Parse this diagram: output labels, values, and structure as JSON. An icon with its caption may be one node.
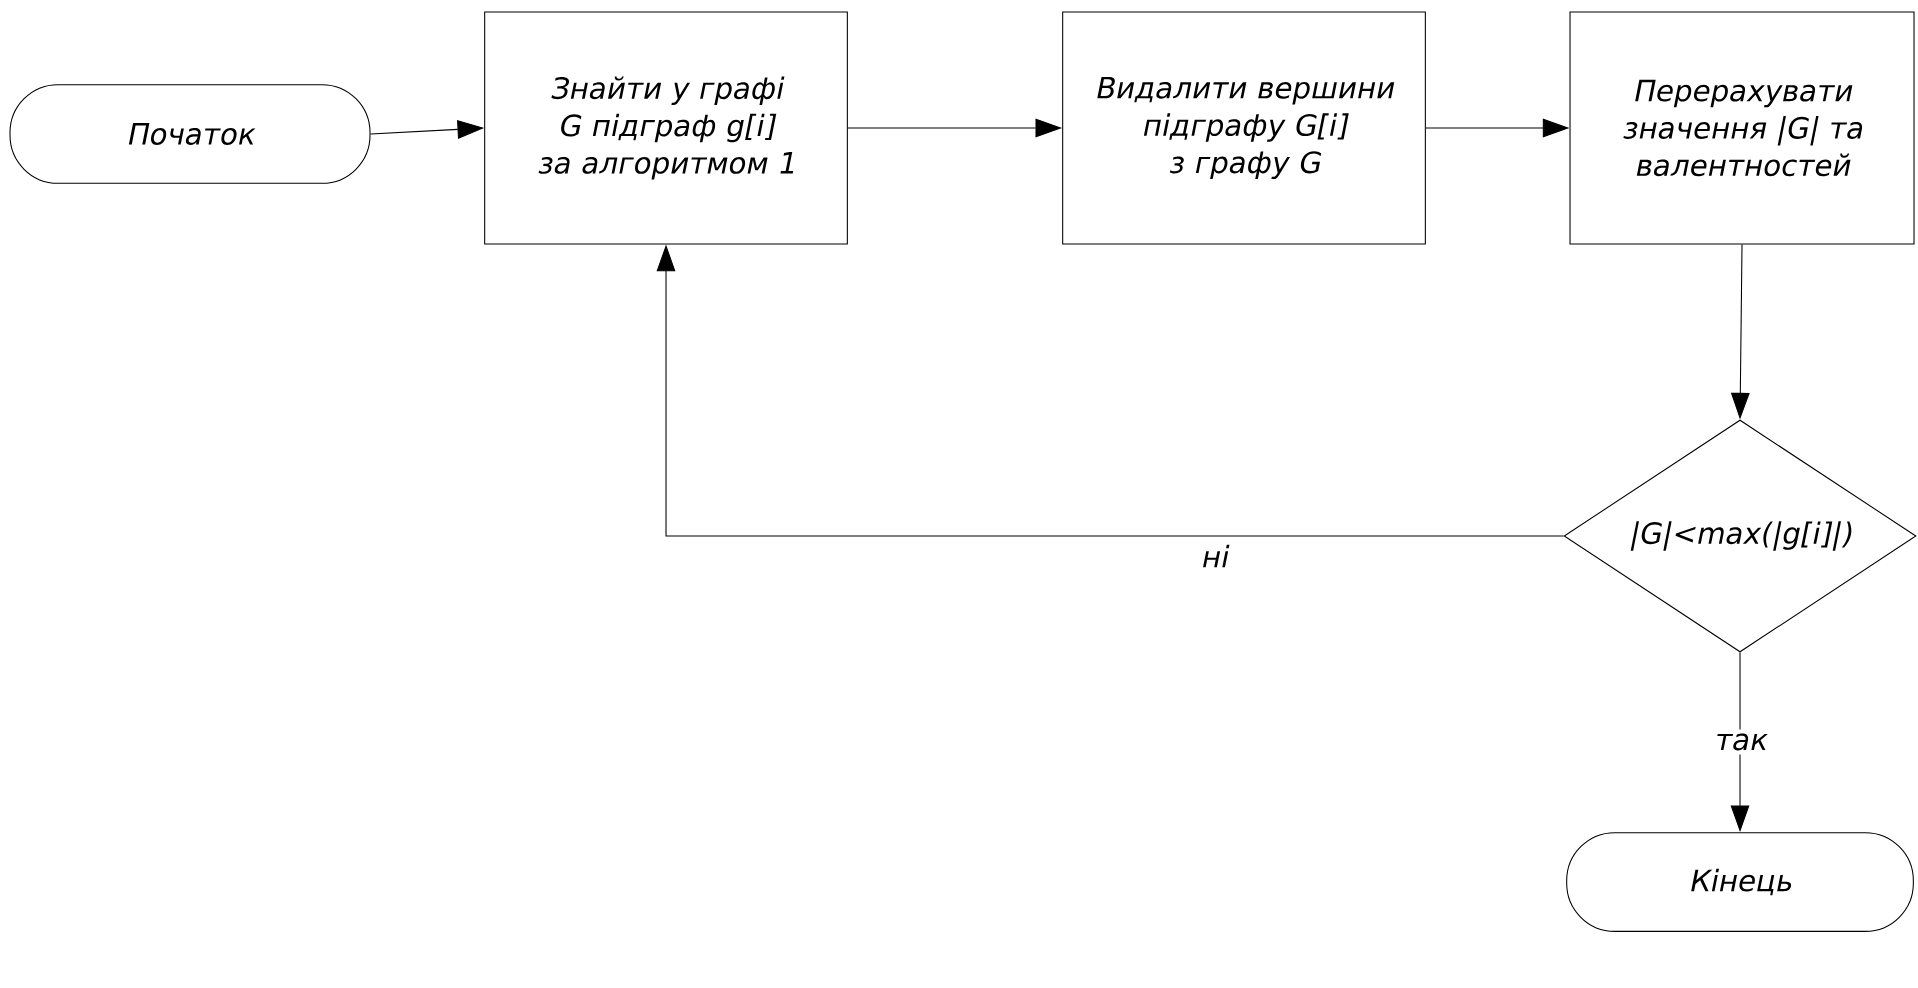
{
  "diagram": {
    "nodes": [
      {
        "text": [
          "Початок"
        ]
      },
      {
        "text": [
          "Знайти у графі G підграф g[i] за алгоритмом 1"
        ]
      },
      {
        "text": [
          "Видалити вершини підграфу G[i] з графу G"
        ]
      },
      {
        "text": [
          "Перерахувати значення |G| та валентностей"
        ]
      },
      {
        "text": [
          "|G|<max(|g[i]|)"
        ]
      },
      {
        "text": [
          "Кінець"
        ]
      }
    ],
    "edges": [
      {
        "from": 0,
        "to": 1,
        "arrow": "to"
      },
      {
        "from": 1,
        "to": 2,
        "arrow": "to"
      },
      {
        "from": 2,
        "to": 3,
        "arrow": "to"
      },
      {
        "from": 3,
        "to": 4,
        "arrow": "to"
      },
      {
        "from": 4,
        "to": 1,
        "arrow": "to",
        "label": "ні"
      },
      {
        "from": 4,
        "to": 5,
        "arrow": "to",
        "label": "так"
      }
    ]
  }
}
